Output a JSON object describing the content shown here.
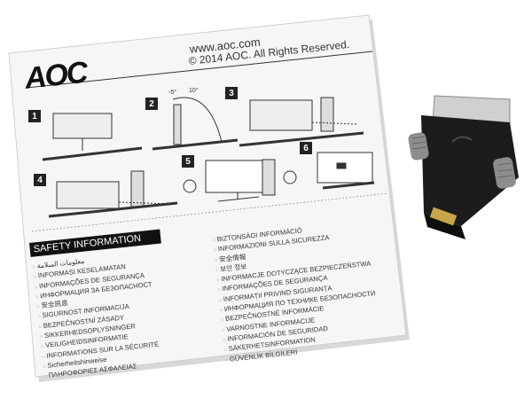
{
  "card": {
    "url": "www.aoc.com",
    "copyright": "© 2014 AOC. All Rights Reserved.",
    "logo": "AOC",
    "steps": [
      "1",
      "2",
      "3",
      "4",
      "5",
      "6"
    ],
    "safety_heading": "SAFETY INFORMATION",
    "languages_left": [
      "معلومات السلامة",
      "INFORMASI KESELAMATAN",
      "INFORMAÇÕES DE SEGURANÇA",
      "ИНФОРМАЦИЯ ЗА БЕЗОПАСНОСТ",
      "安全訊息",
      "SIGURNOST INFORMACIJA",
      "BEZPEČNOSTNÍ ZÁSADY",
      "SIKKERHEDSOPLYSNINGER",
      "VEILIGHEIDSINFORMATIE",
      "INFORMATIONS SUR LA SÉCURITÉ",
      "Sicherheitshinweise",
      "ΠΛΗΡΟΦΟΡΙΕΣ ΑΣΦΑΛΕΙΑΣ"
    ],
    "languages_right": [
      "BIZTONSÁGI INFORMÁCIÓ",
      "INFORMAZIONI SULLA SICUREZZA",
      "安全情報",
      "보안 정보",
      "INFORMACJE DOTYCZĄCE BEZPIECZEŃSTWA",
      "INFORMAÇÕES DE SEGURANÇA",
      "INFORMAȚII PRIVIND SIGURANȚA",
      "ИНФОРМАЦИЯ ПО ТЕХНИКЕ БЕЗОПАСНОСТИ",
      "BEZPEČNOSTNÉ INFORMÁCIE",
      "VARNOSTNE INFORMACIJE",
      "INFORMACIÓN DE SEGURIDAD",
      "SÄKERHETSINFORMATION",
      "GÜVENLİK BİLGİLERİ"
    ]
  },
  "colors": {
    "card": "#f4f4f4",
    "ink": "#222222",
    "adapter_body": "#1a1a1a",
    "screw": "#9a9a9a"
  }
}
